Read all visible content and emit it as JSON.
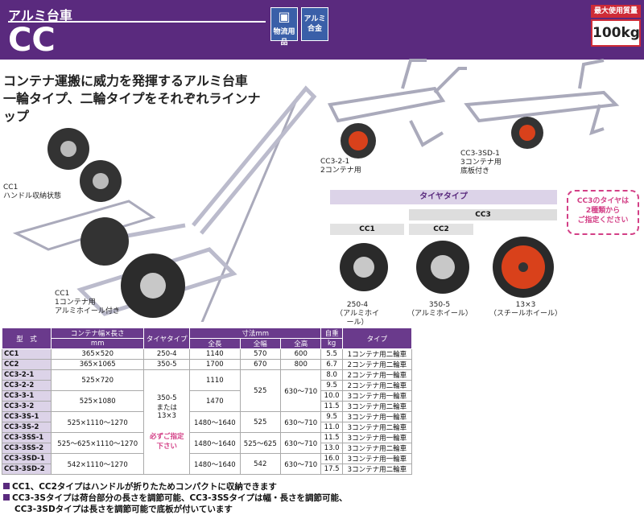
{
  "header": {
    "subtitle": "アルミ台車",
    "code": "CC",
    "badge_logistics": "物流用品",
    "badge_alum": "アルミ合金",
    "capacity_label": "最大使用質量",
    "capacity_value": "100kg"
  },
  "headline": [
    "コンテナ運搬に威力を発揮するアルミ台車",
    "一輪タイプ、二輪タイプをそれぞれラインナップ"
  ],
  "captions": {
    "cc1_folded": [
      "CC1",
      "ハンドル収納状態"
    ],
    "cc1": [
      "CC1",
      "1コンテナ用",
      "アルミホイール付き"
    ],
    "cc3_2_1": [
      "CC3-2-1",
      "2コンテナ用"
    ],
    "cc3_3sd_1": [
      "CC3-3SD-1",
      "3コンテナ用",
      "底板付き"
    ]
  },
  "tires": {
    "panel": "タイヤタイプ",
    "cc3": "CC3",
    "cc1": "CC1",
    "cc2": "CC2",
    "t1": [
      "250-4",
      "（アルミホイール）"
    ],
    "t2": [
      "350-5",
      "（アルミホイール）"
    ],
    "t3": [
      "13×3",
      "（スチールホイール）"
    ],
    "note": [
      "CC3のタイヤは",
      "2種類から",
      "ご指定ください"
    ]
  },
  "table": {
    "headers": {
      "model": "型　式",
      "container": "コンテナ幅×長さ",
      "container_unit": "mm",
      "tire": "タイヤタイプ",
      "dims": "寸法mm",
      "len": "全長",
      "wid": "全幅",
      "hei": "全高",
      "weight": "自重",
      "weight_unit": "kg",
      "type": "タイプ"
    },
    "rows": [
      [
        "CC1",
        "365×520",
        "250-4",
        "1140",
        "570",
        "600",
        "5.5",
        "1コンテナ用二輪車"
      ],
      [
        "CC2",
        "365×1065",
        "350-5",
        "1700",
        "670",
        "800",
        "6.7",
        "2コンテナ用二輪車"
      ],
      [
        "CC3-2-1",
        "525×720",
        "",
        "1110",
        "525",
        "630～710",
        "8.0",
        "2コンテナ用一輪車"
      ],
      [
        "CC3-2-2",
        "",
        "",
        "",
        "",
        "",
        "9.5",
        "2コンテナ用二輪車"
      ],
      [
        "CC3-3-1",
        "525×1080",
        "",
        "1470",
        "",
        "",
        "10.0",
        "3コンテナ用一輪車"
      ],
      [
        "CC3-3-2",
        "",
        "",
        "",
        "",
        "",
        "11.5",
        "3コンテナ用二輪車"
      ],
      [
        "CC3-3S-1",
        "525×1110～1270",
        "",
        "1480～1640",
        "525",
        "630～710",
        "9.5",
        "3コンテナ用一輪車"
      ],
      [
        "CC3-3S-2",
        "",
        "",
        "",
        "",
        "",
        "11.0",
        "3コンテナ用二輪車"
      ],
      [
        "CC3-3SS-1",
        "525～625×1110～1270",
        "",
        "1480～1640",
        "525～625",
        "630～710",
        "11.5",
        "3コンテナ用一輪車"
      ],
      [
        "CC3-3SS-2",
        "",
        "",
        "",
        "",
        "",
        "13.0",
        "3コンテナ用二輪車"
      ],
      [
        "CC3-3SD-1",
        "542×1110～1270",
        "",
        "1480～1640",
        "542",
        "630～710",
        "16.0",
        "3コンテナ用一輪車"
      ],
      [
        "CC3-3SD-2",
        "",
        "",
        "",
        "",
        "",
        "17.5",
        "3コンテナ用二輪車"
      ]
    ],
    "cc3_tire": "350-5\nまたは\n13×3",
    "cc3_tire_note": "必ずご指定\n下さい"
  },
  "notes": [
    "CC1、CC2タイプはハンドルが折りたためコンパクトに収納できます",
    "CC3-3Sタイプは荷台部分の長さを調節可能、CC3-3SSタイプは幅・長さを調節可能、",
    "CC3-3SDタイプは長さを調節可能で底板が付いています"
  ],
  "colors": {
    "brand": "#5a2a7e",
    "accent": "#ce2b37",
    "note": "#d33f86"
  }
}
